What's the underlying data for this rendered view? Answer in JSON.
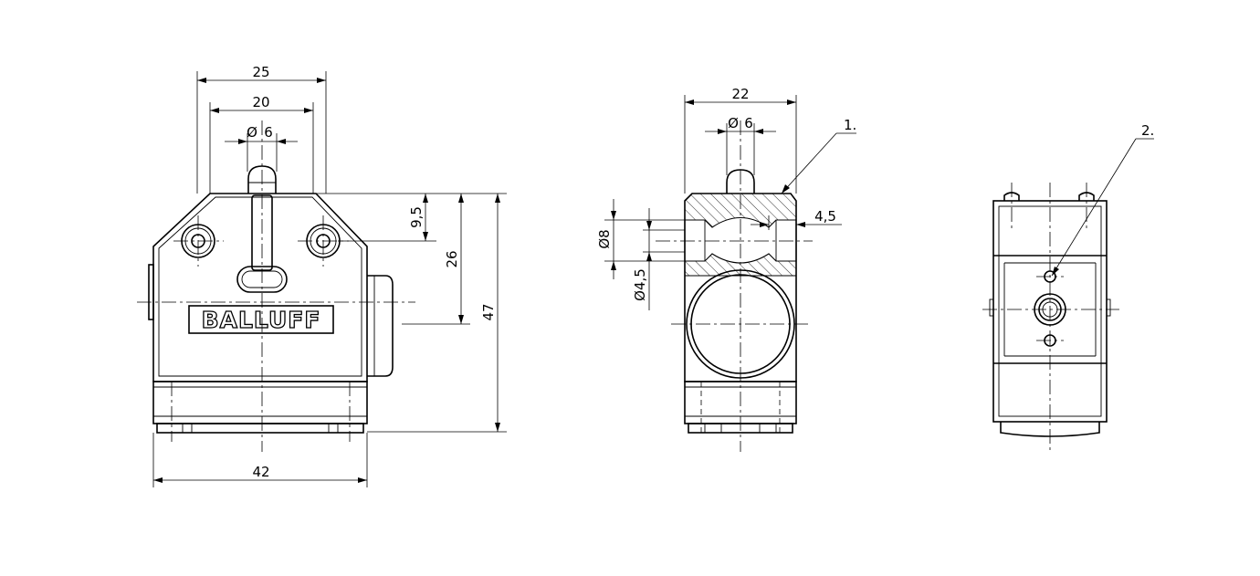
{
  "front_view": {
    "brand_logo": "BALLUFF",
    "dims": {
      "w25": "25",
      "w20": "20",
      "d6": "6",
      "h9_5": "9,5",
      "h26": "26",
      "h47": "47",
      "w42": "42"
    }
  },
  "side_view": {
    "dims": {
      "w22": "22",
      "d6": "6",
      "d8": "8",
      "d4_5": "4,5",
      "w4_5": "4,5"
    },
    "callout": "1."
  },
  "rear_view": {
    "callout": "2."
  },
  "diameter_symbol": "Ø"
}
